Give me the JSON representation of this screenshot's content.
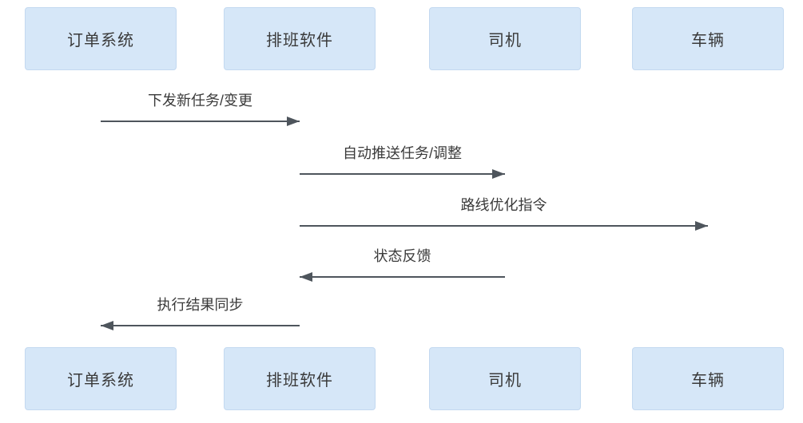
{
  "diagram": {
    "kind": "sequence-diagram",
    "actors": [
      {
        "label": "订单系统"
      },
      {
        "label": "排班软件"
      },
      {
        "label": "司机"
      },
      {
        "label": "车辆"
      }
    ],
    "messages": [
      {
        "label": "下发新任务/变更",
        "from": "订单系统",
        "to": "排班软件",
        "direction": "right"
      },
      {
        "label": "自动推送任务/调整",
        "from": "排班软件",
        "to": "司机",
        "direction": "right"
      },
      {
        "label": "路线优化指令",
        "from": "排班软件",
        "to": "车辆",
        "direction": "right"
      },
      {
        "label": "状态反馈",
        "from": "司机",
        "to": "排班软件",
        "direction": "left"
      },
      {
        "label": "执行结果同步",
        "from": "排班软件",
        "to": "订单系统",
        "direction": "left"
      }
    ],
    "colors": {
      "actor_fill": "#d6e7f8",
      "actor_border": "#c3d9f0",
      "arrow": "#4e555c",
      "text": "#3a3a3a"
    }
  }
}
